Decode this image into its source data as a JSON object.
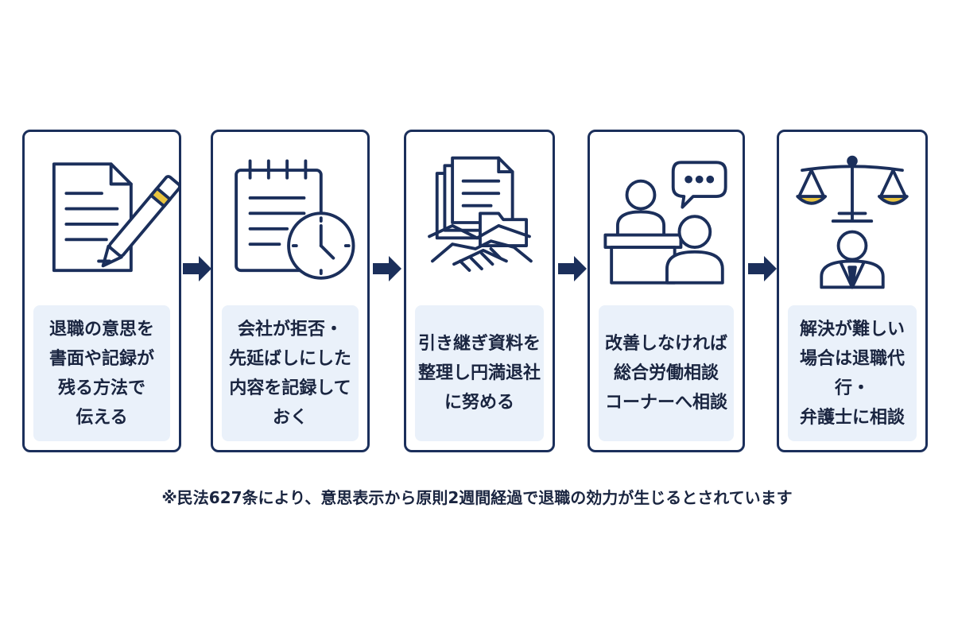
{
  "colors": {
    "navy": "#1b2f5b",
    "text": "#1a2540",
    "text_box_bg": "#eaf1fa",
    "accent_yellow": "#e9c43f",
    "background": "#ffffff"
  },
  "steps": [
    {
      "icon": "document-with-pen-icon",
      "text": "退職の意思を\n書面や記録が\n残る方法で\n伝える"
    },
    {
      "icon": "notepad-with-clock-icon",
      "text": "会社が拒否・\n先延ばしにした\n内容を記録して\nおく"
    },
    {
      "icon": "documents-and-handshake-icon",
      "text": "引き継ぎ資料を\n整理し円満退社\nに努める"
    },
    {
      "icon": "counseling-desk-icon",
      "text": "改善しなければ\n総合労働相談\nコーナーへ相談"
    },
    {
      "icon": "scales-and-lawyer-icon",
      "text": "解決が難しい\n場合は退職代行・\n弁護士に相談"
    }
  ],
  "arrow_icon": "right-arrow-icon",
  "footnote": "※民法627条により、意思表示から原則2週間経過で退職の効力が生じるとされています"
}
